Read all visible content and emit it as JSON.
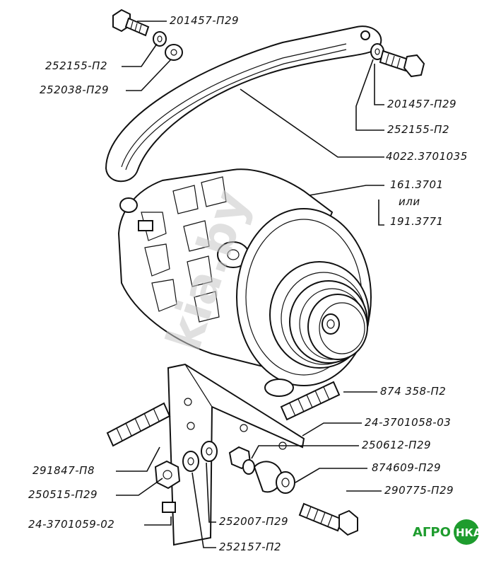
{
  "labels": {
    "bolt_top_left": "201457-П29",
    "washer_top_left_1": "252155-П2",
    "washer_top_left_2": "252038-П29",
    "bolt_top_right": "201457-П29",
    "washer_top_right": "252155-П2",
    "strap": "4022.3701035",
    "alt_1": "161.3701",
    "alt_or": "или",
    "alt_2": "191.3771",
    "stud_right": "874 358-П2",
    "bracket": "24-3701058-03",
    "nut_right": "250612-П29",
    "washer_right": "874609-П29",
    "bolt_bottom_right": "290775-П29",
    "stud_left": "291847-П8",
    "nut_left": "250515-П29",
    "bracket_bottom": "24-3701059-02",
    "washer_bottom_1": "252007-П29",
    "washer_bottom_2": "252157-П2"
  },
  "watermark": "kia.by",
  "logo": {
    "left": "АГРО",
    "right": "НКА"
  },
  "colors": {
    "logo_green": "#1e9c2e",
    "watermark": "#c8c8c8"
  }
}
